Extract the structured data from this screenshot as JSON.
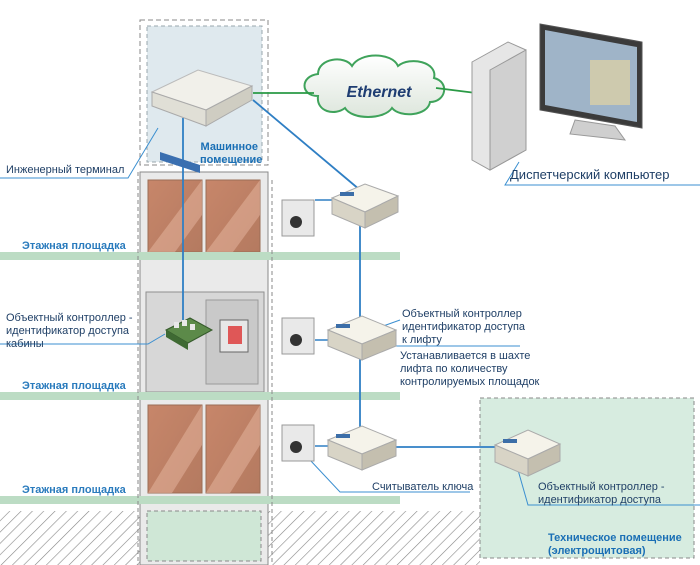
{
  "network": {
    "label": "Ethernet"
  },
  "labels": {
    "machine_room": [
      "Машинное",
      "помещение"
    ],
    "engineering_terminal": "Инженерный терминал",
    "dispatcher_pc": "Диспетчерский компьютер",
    "floor_landing": "Этажная площадка",
    "cabin_controller": [
      "Объектный контроллер -",
      "идентификатор доступа",
      "кабины"
    ],
    "elevator_controller": [
      "Объектный контроллер",
      "идентификатор доступа",
      "к лифту"
    ],
    "shaft_note": [
      "Устанавливается в шахте",
      "лифта по количеству",
      "контролируемых площадок"
    ],
    "key_reader": "Считыватель ключа",
    "tech_controller": [
      "Объектный контроллер -",
      "идентификатор доступа"
    ],
    "tech_room": [
      "Техническое помещение",
      "(электрощитовая)"
    ]
  },
  "colors": {
    "network_line": "#2a9a45",
    "bus_line": "#2f7fc4",
    "leader_line": "#3b8fd0",
    "room_fill": "#d7ece0",
    "machine_room_fill": "#dfe9ee",
    "landing": "#bcdcc4",
    "door": "#c88d6c",
    "label_accent": "#1a6fb5"
  }
}
